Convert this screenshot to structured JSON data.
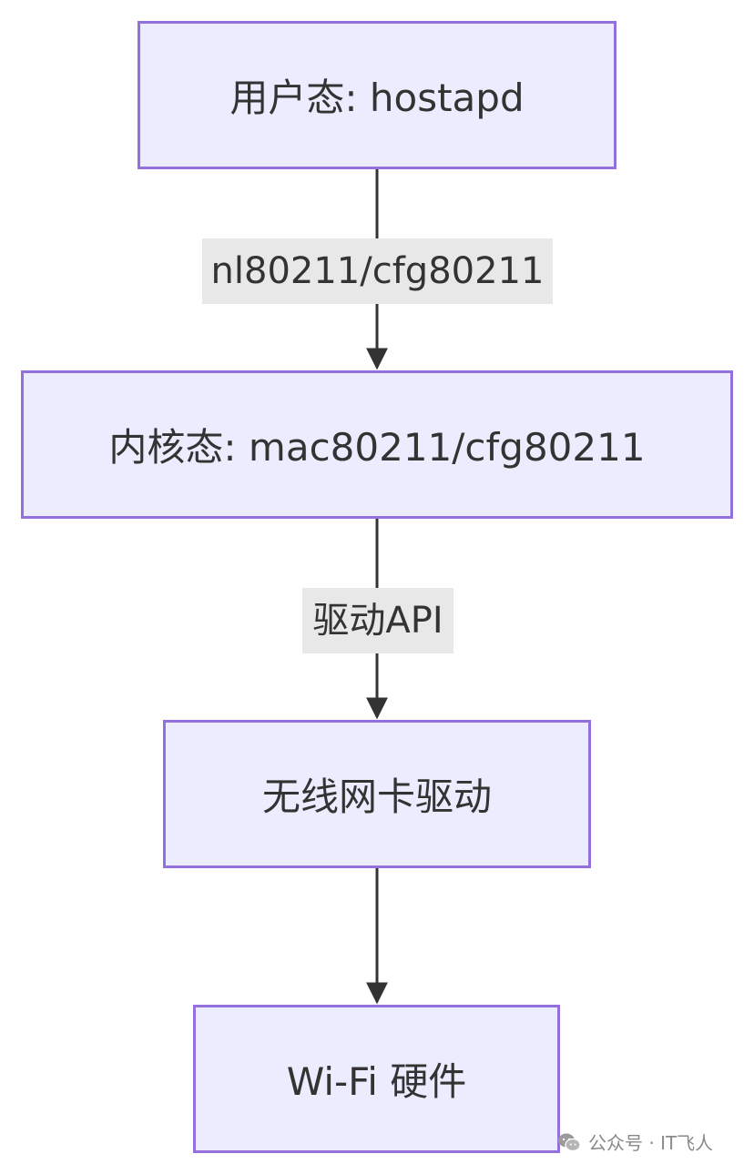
{
  "nodes": {
    "user_space": "用户态: hostapd",
    "kernel_space": "内核态: mac80211/cfg80211",
    "nic_driver": "无线网卡驱动",
    "wifi_hardware": "Wi-Fi 硬件"
  },
  "edges": {
    "user_to_kernel": "nl80211/cfg80211",
    "kernel_to_driver": "驱动API"
  },
  "colors": {
    "node_fill": "#ECECFF",
    "node_border": "#9370DB",
    "edge": "#333333",
    "edge_label_bg": "#E8E8E8"
  },
  "watermark": {
    "icon": "wechat-icon",
    "text": "公众号 · IT飞人"
  }
}
